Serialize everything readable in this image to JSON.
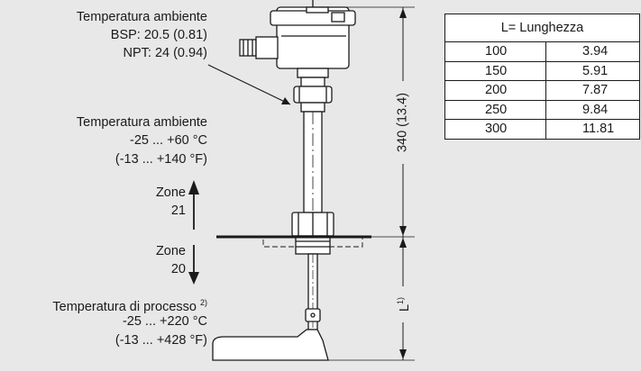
{
  "labels": {
    "ambient_head_title": "Temperatura ambiente",
    "ambient_head_bsp": "BSP: 20.5 (0.81)",
    "ambient_head_npt": "NPT: 24 (0.94)",
    "ambient_title": "Temperatura ambiente",
    "ambient_c": "-25 ... +60 °C",
    "ambient_f": "(-13 ... +140 °F)",
    "zone_upper_word": "Zone",
    "zone_upper_num": "21",
    "zone_lower_word": "Zone",
    "zone_lower_num": "20",
    "process_title": "Temperatura di processo",
    "process_note": "2)",
    "process_c": "-25 ... +220 °C",
    "process_f": "(-13 ... +428 °F)",
    "dim_340": "340 (13.4)",
    "dim_L": "L",
    "dim_L_note": "1)"
  },
  "table": {
    "header": "L= Lunghezza",
    "rows": [
      [
        "100",
        "3.94"
      ],
      [
        "150",
        "5.91"
      ],
      [
        "200",
        "7.87"
      ],
      [
        "250",
        "9.84"
      ],
      [
        "300",
        "11.81"
      ]
    ]
  },
  "colors": {
    "background": "#e8e8e8",
    "line": "#1a1a1a",
    "table_bg": "#ffffff"
  }
}
